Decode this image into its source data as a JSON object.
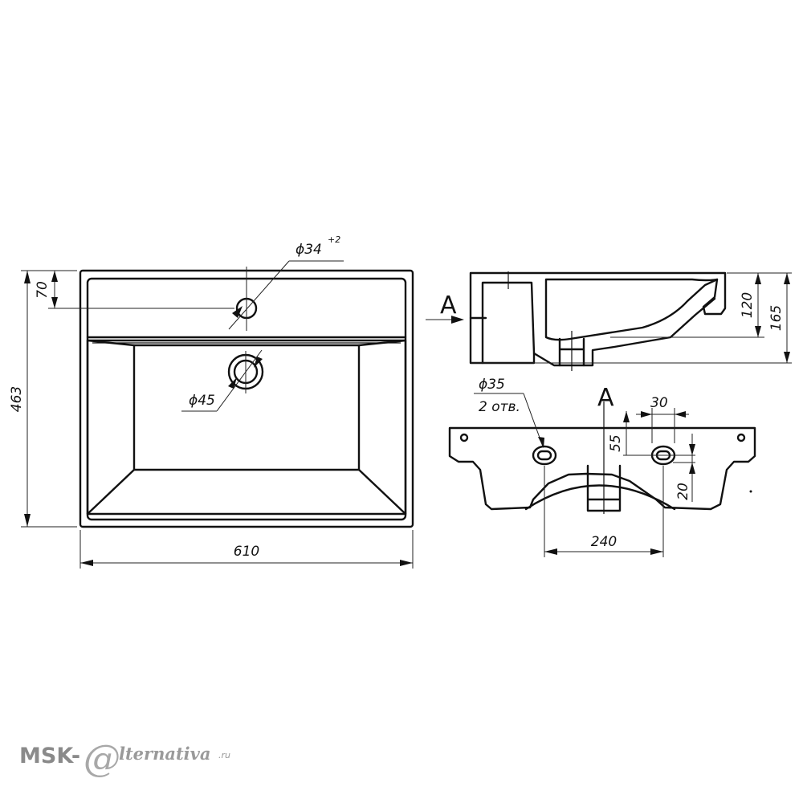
{
  "top_view": {
    "width_label": "610",
    "depth_label": "463",
    "tap_offset_label": "70",
    "tap_hole_label": "ϕ34",
    "tap_hole_tolerance": "+2",
    "drain_label": "ϕ45"
  },
  "side_view": {
    "view_marker": "A",
    "bowl_height_label": "120",
    "total_height_label": "165"
  },
  "front_view": {
    "view_marker": "A",
    "hole_label": "ϕ35",
    "hole_count_label": "2 отв.",
    "hole_width_label": "30",
    "hole_height_label": "55",
    "bottom_offset_label": "20",
    "hole_spacing_label": "240"
  },
  "watermark": {
    "prefix": "MSK-",
    "at_symbol": "@",
    "suffix": "lternativa",
    "domain": ".ru"
  }
}
